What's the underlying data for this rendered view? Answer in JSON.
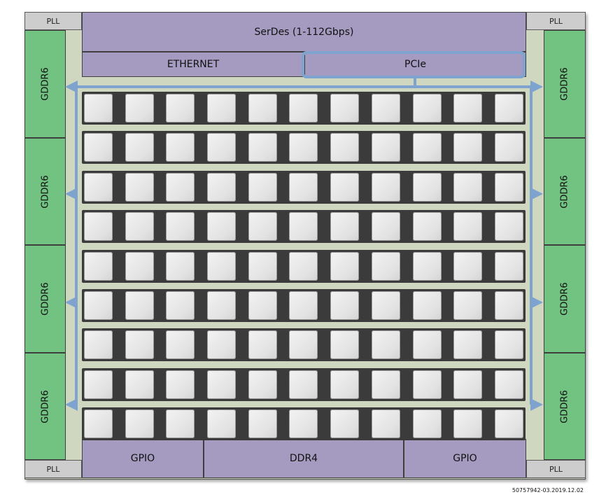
{
  "labels": {
    "serdes": "SerDes (1-112Gbps)",
    "ethernet": "ETHERNET",
    "pcie": "PCIe",
    "gpio_left": "GPIO",
    "ddr4": "DDR4",
    "gpio_right": "GPIO",
    "pll": "PLL",
    "gddr": "GDDR6",
    "footnote": "50757942-03.2019.12.02"
  },
  "grid": {
    "rows": 9,
    "cols": 11
  },
  "gddr_blocks_per_side": 4,
  "colors": {
    "die": "#cfd7c1",
    "io_block": "#a59bc0",
    "gddr": "#72c282",
    "pll": "#cdcdcd",
    "bus": "#7fa3cf",
    "tile_row": "#3b3b3b"
  }
}
